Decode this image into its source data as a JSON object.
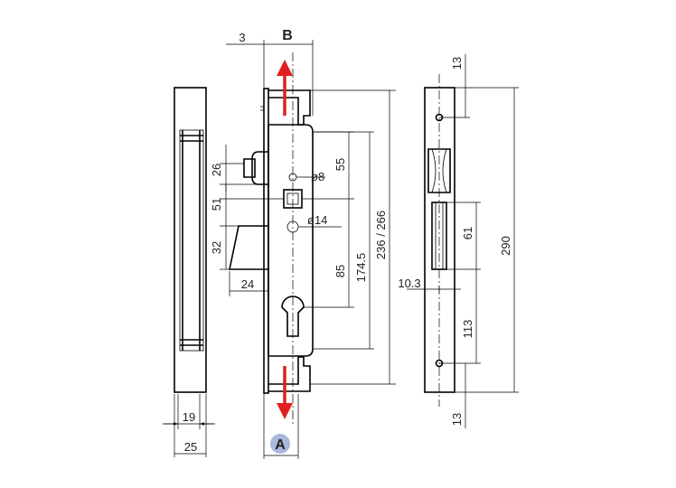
{
  "labels": {
    "view_b": "B",
    "view_a": "A"
  },
  "dimensions": {
    "d3": "3",
    "d26": "26",
    "d51": "51",
    "d32": "32",
    "d24": "24",
    "d55": "55",
    "d8": "ø8",
    "d14": "ø14",
    "d85": "85",
    "d1745": "174.5",
    "d236266": "236 / 266",
    "d19": "19",
    "d25": "25",
    "d13_top": "13",
    "d61": "61",
    "d290": "290",
    "d103": "10.3",
    "d113": "113",
    "d13_bottom": "13"
  },
  "colors": {
    "arrow": "#e02020",
    "view_a_badge": "#a9b8dc",
    "line": "#000000"
  }
}
